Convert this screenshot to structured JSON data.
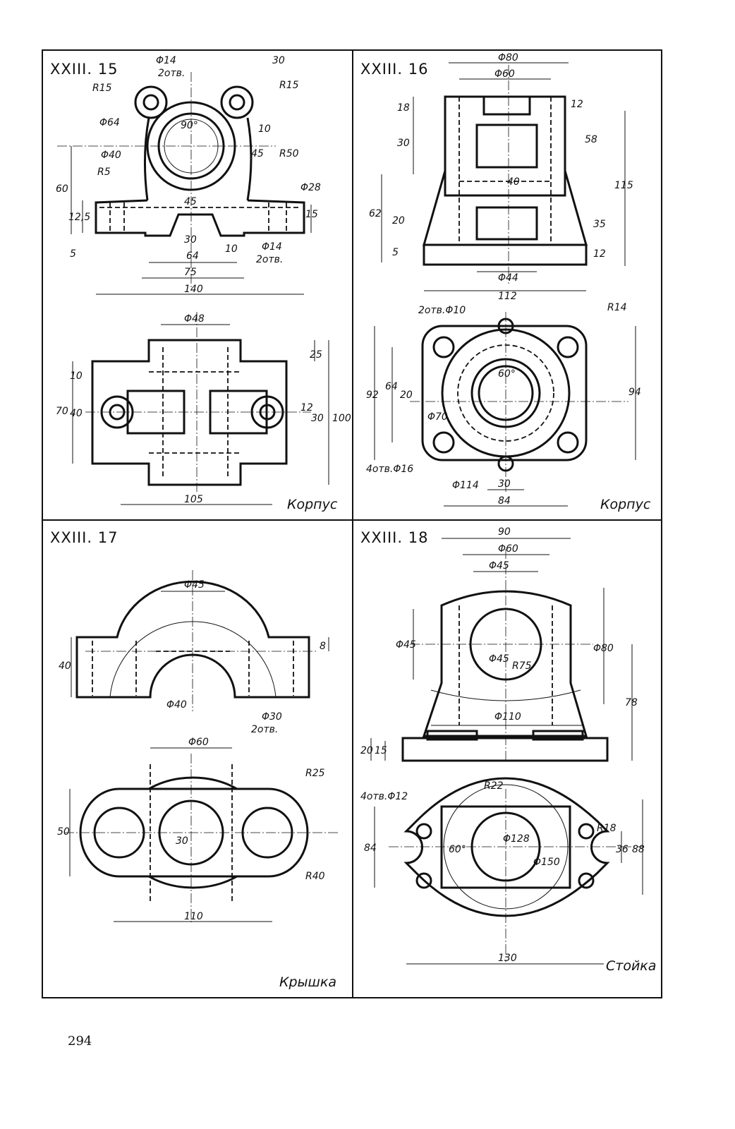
{
  "page_number": "294",
  "panels": {
    "p15": {
      "title": "XXIII. 15",
      "label": "Корпус",
      "dims": [
        "Φ14",
        "2отв.",
        "30",
        "R15",
        "R15",
        "Φ64",
        "90°",
        "10",
        "45",
        "R50",
        "Φ40",
        "R5",
        "Φ28",
        "60",
        "12,5",
        "45",
        "15",
        "5",
        "30",
        "10",
        "Φ14",
        "2отв.",
        "64",
        "75",
        "140",
        "Φ48",
        "25",
        "10",
        "70",
        "40",
        "12",
        "30",
        "100",
        "105"
      ]
    },
    "p16": {
      "title": "XXIII. 16",
      "label": "Корпус",
      "dims": [
        "Φ80",
        "Φ60",
        "18",
        "12",
        "30",
        "58",
        "40",
        "115",
        "62",
        "20",
        "35",
        "5",
        "12",
        "Φ44",
        "112",
        "2отв.Φ10",
        "R14",
        "60°",
        "92",
        "64",
        "20",
        "94",
        "Φ70",
        "4отв.Φ16",
        "Φ114",
        "30",
        "84"
      ]
    },
    "p17": {
      "title": "XXIII. 17",
      "label": "Крышка",
      "dims": [
        "Φ45",
        "8",
        "40",
        "Φ40",
        "Φ30",
        "2отв.",
        "Φ60",
        "R25",
        "50",
        "30",
        "R40",
        "110"
      ]
    },
    "p18": {
      "title": "XXIII. 18",
      "label": "Стойка",
      "dims": [
        "90",
        "Φ60",
        "Φ45",
        "Φ80",
        "Φ45",
        "Φ45",
        "R75",
        "78",
        "Φ110",
        "20",
        "15",
        "4отв.Φ12",
        "R22",
        "84",
        "60°",
        "Φ128",
        "R18",
        "36",
        "88",
        "Φ150",
        "130"
      ]
    }
  }
}
